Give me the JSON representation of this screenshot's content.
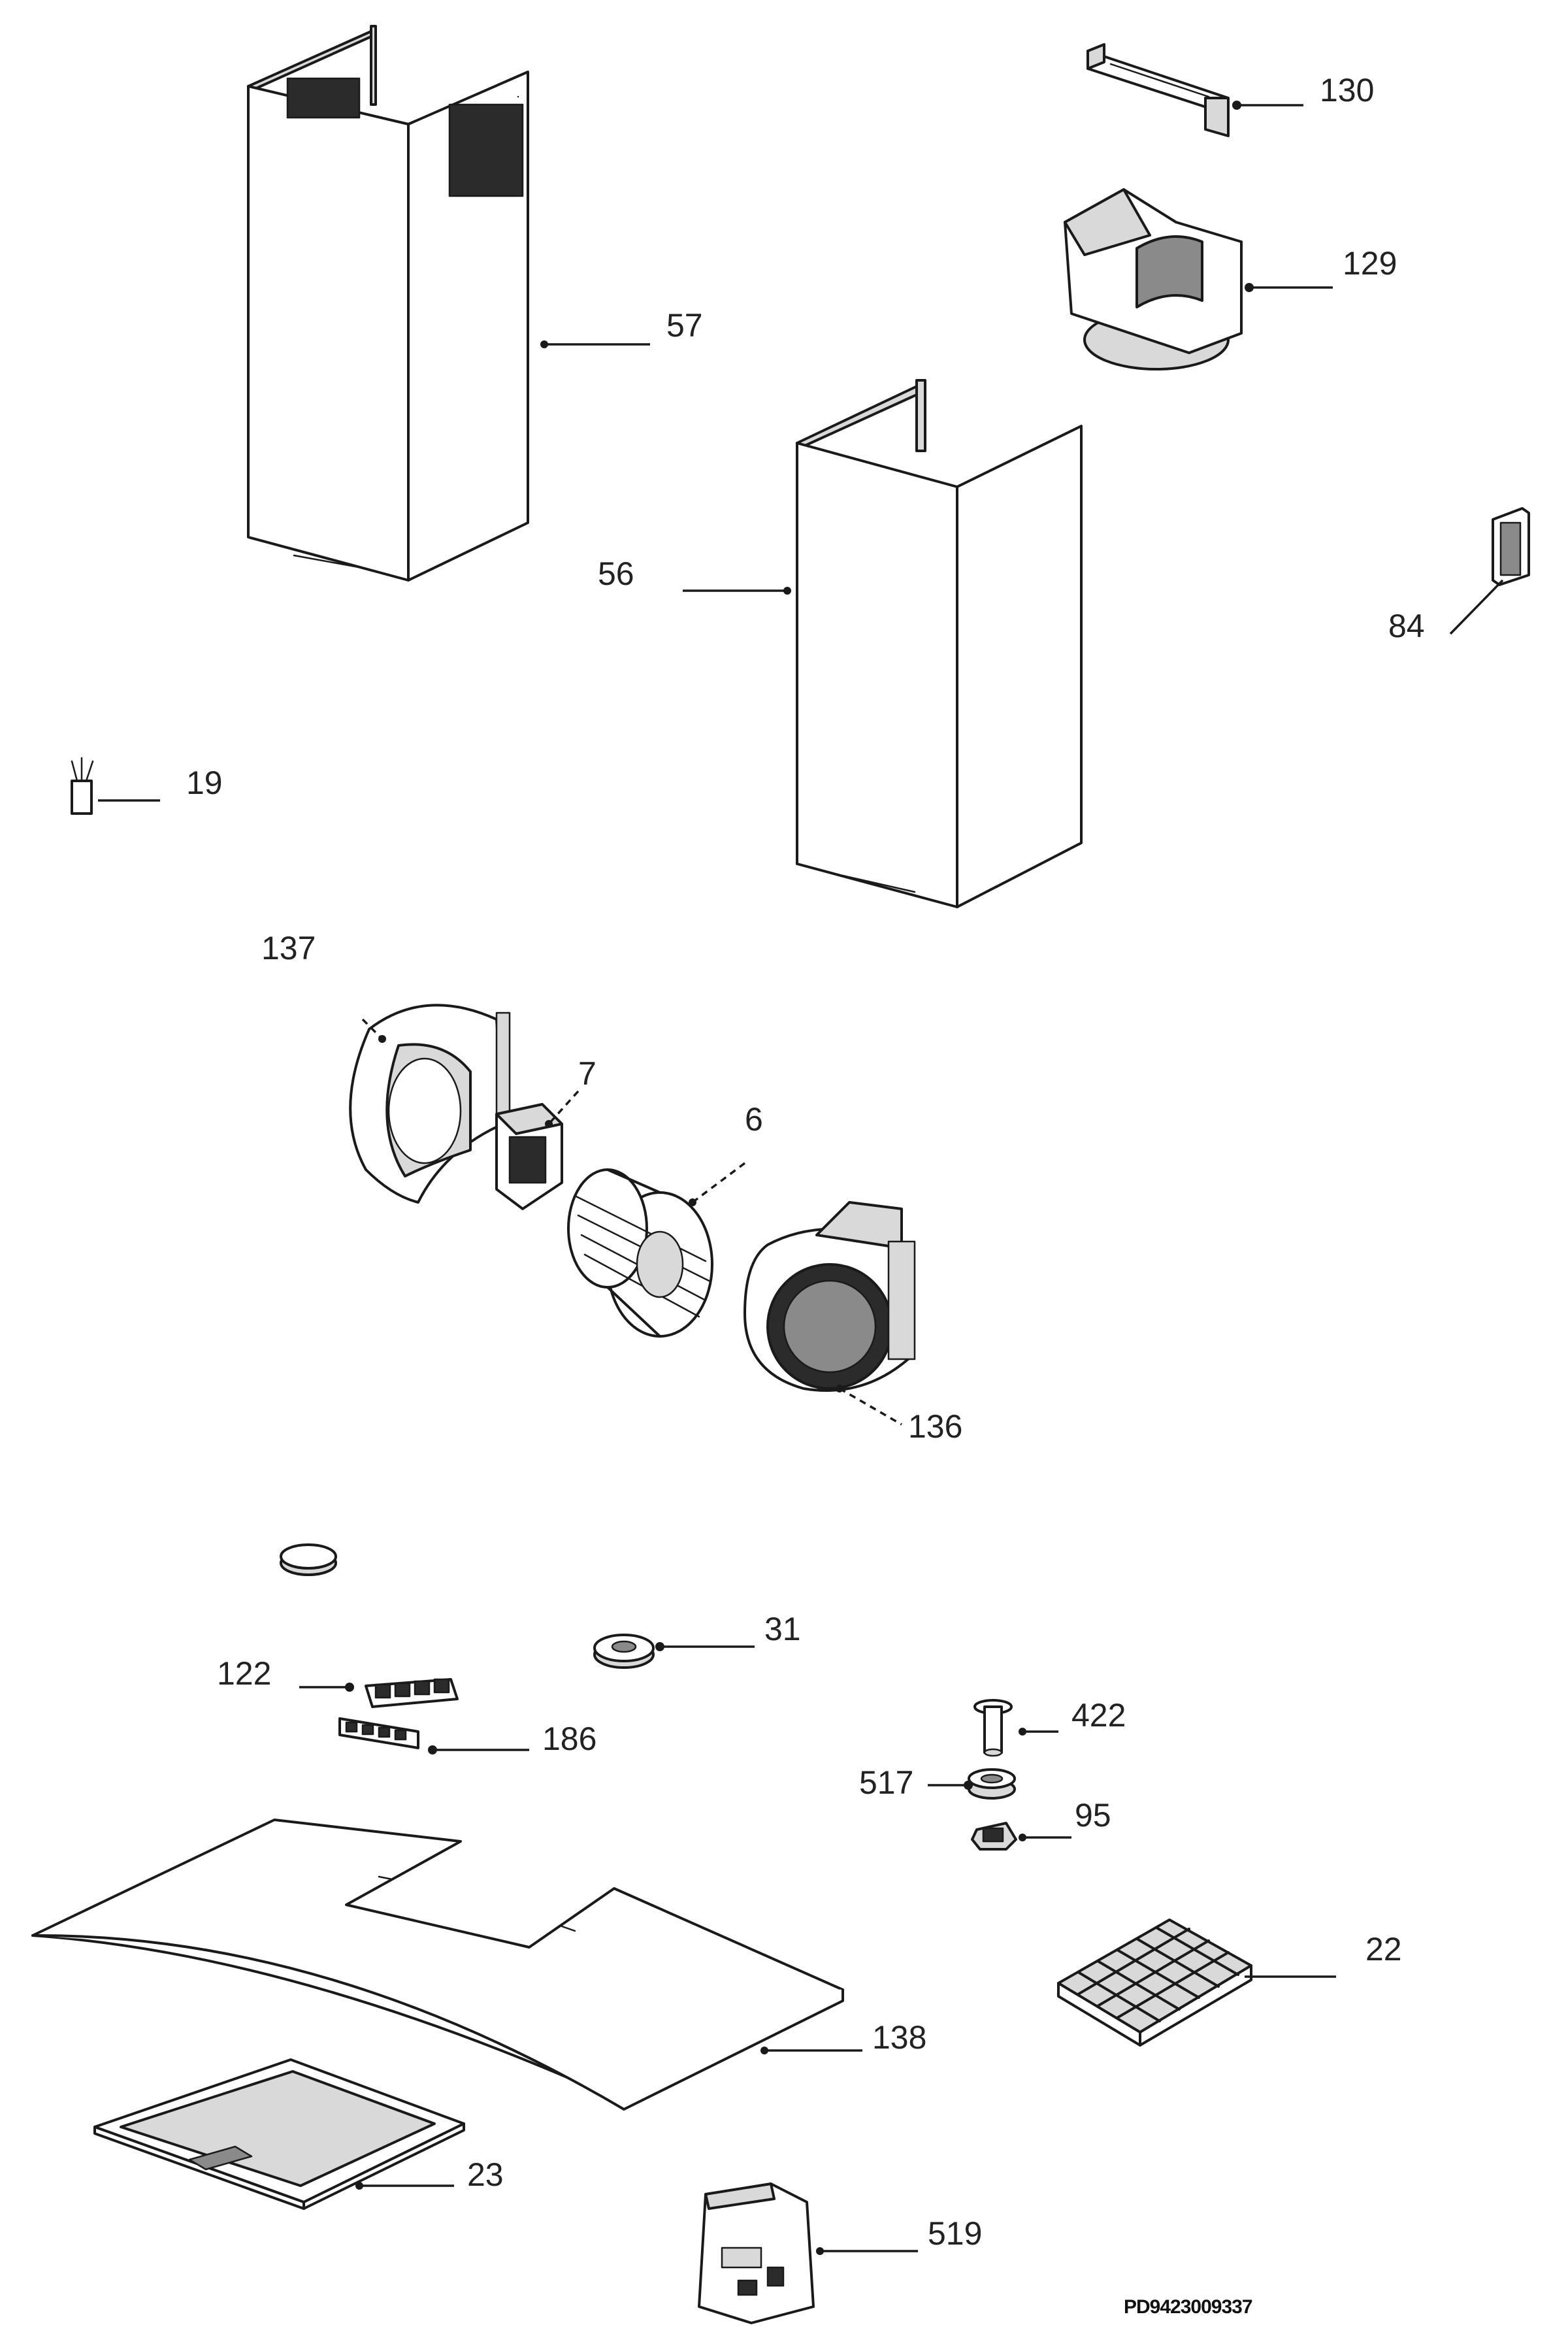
{
  "diagram": {
    "type": "exploded-parts-view",
    "callouts": {
      "p57": "57",
      "p130": "130",
      "p129": "129",
      "p56": "56",
      "p84": "84",
      "p19": "19",
      "p137": "137",
      "p7": "7",
      "p6": "6",
      "p136": "136",
      "p31": "31",
      "p122": "122",
      "p186": "186",
      "p422": "422",
      "p517": "517",
      "p95": "95",
      "p22": "22",
      "p138": "138",
      "p23": "23",
      "p519": "519"
    },
    "document_ref": "PD9423009337"
  }
}
